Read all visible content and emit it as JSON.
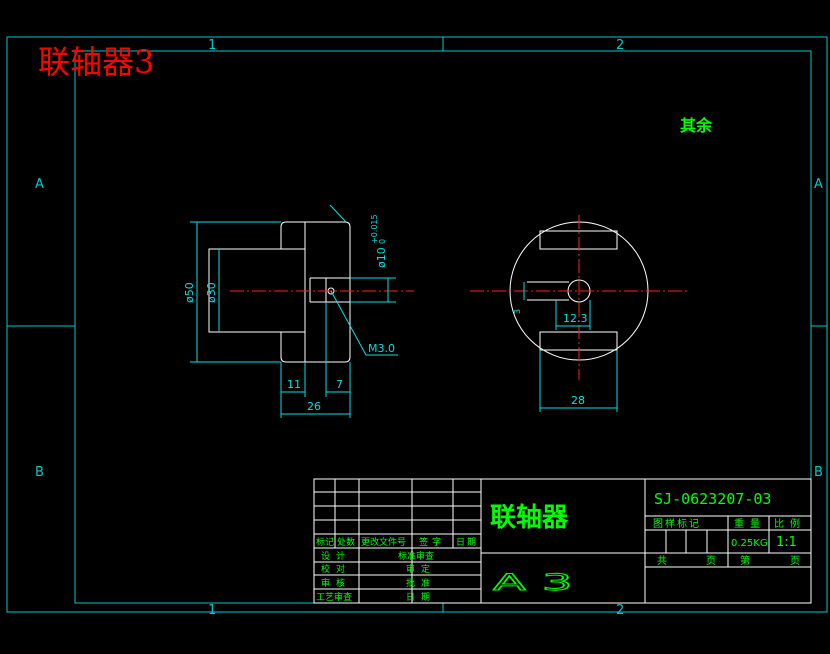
{
  "colors": {
    "background": "#000000",
    "border": "#00c8c8",
    "geometry": "#ffffff",
    "centerline": "#ff2020",
    "dimension": "#00e0e0",
    "text_green": "#00ff00",
    "title_red": "#ff0000"
  },
  "title": "联轴器3",
  "zones": {
    "cols": [
      "1",
      "2"
    ],
    "rows": [
      "A",
      "B"
    ]
  },
  "roughness_note": "其余",
  "dimensions": {
    "outer_dia": "ø50",
    "inner_dia": "ø30",
    "bore_dia": "ø10",
    "bore_tol_upper": "+0.015",
    "bore_tol_lower": "0",
    "thread": "M3.0",
    "dim_11": "11",
    "dim_7": "7",
    "dim_26": "26",
    "dim_12_3": "12.3",
    "dim_28": "28",
    "dim_3": "3"
  },
  "title_block": {
    "part_name": "联轴器",
    "drawing_no": "SJ-0623207-03",
    "sheet_size": "A3",
    "stage_mark": "图样标记",
    "weight_label": "重量",
    "scale_label": "比例",
    "weight": "0.25KG",
    "scale": "1:1",
    "total_label": "共",
    "sheet_label": "页",
    "number_label": "第",
    "rev_headers": [
      "标记",
      "处数",
      "更改文件号",
      "签字",
      "日期"
    ],
    "roles_left": [
      "设计",
      "校对",
      "审核",
      "工艺审查"
    ],
    "roles_right": [
      "标准审查",
      "审定",
      "批准",
      "日期"
    ]
  }
}
